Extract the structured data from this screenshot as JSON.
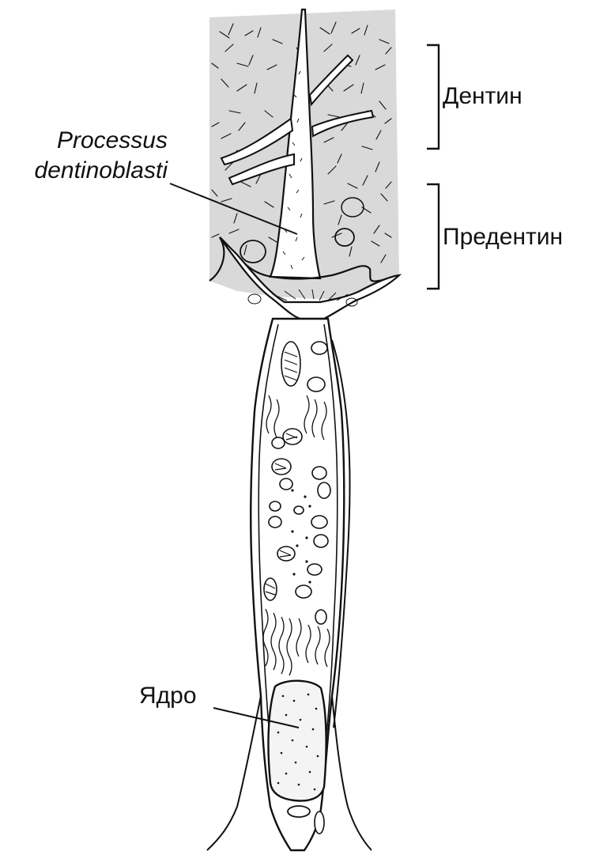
{
  "labels": {
    "dentin": "Дентин",
    "predentin": "Предентин",
    "process_line1": "Processus",
    "process_line2": "dentinoblasti",
    "nucleus": "Ядро"
  },
  "colors": {
    "ink": "#111111",
    "dentin_fill": "#d9d9d9",
    "cell_fill": "#ffffff"
  }
}
